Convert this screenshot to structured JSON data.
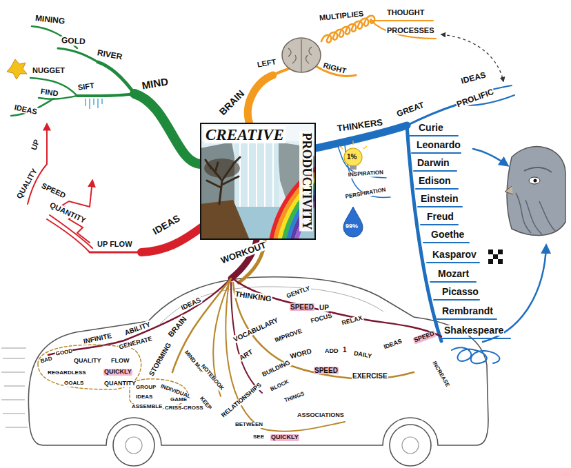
{
  "diagram": {
    "nodes": [
      {
        "text": [
          "CREATIVE",
          "PRODUCTIVITY"
        ]
      }
    ],
    "labels": [
      "MIND",
      "RIVER",
      "GOLD",
      "MINING",
      "SIFT",
      "NUGGET",
      "FIND",
      "IDEAS",
      "BRAIN",
      "LEFT",
      "RIGHT",
      "MULTIPLIES",
      "THOUGHT",
      "PROCESSES",
      "THINKERS",
      "GREAT",
      "IDEAS",
      "PROLIFIC",
      "Curie",
      "Leonardo",
      "Darwin",
      "Edison",
      "Einstein",
      "Freud",
      "Goethe",
      "Kasparov",
      "Mozart",
      "Picasso",
      "Rembrandt",
      "Shakespeare",
      "1%",
      "INSPIRATION",
      "PERSPIRATION",
      "99%",
      "IDEAS",
      "UP FLOW",
      "QUANTITY",
      "SPEED",
      "QUALITY",
      "UP",
      "WORKOUT",
      "IDEAS",
      "INFINITE",
      "ABILITY",
      "GENERATE",
      "QUALITY",
      "FLOW",
      "QUICKLY",
      "QUANTITY",
      "BAD",
      "GOOD",
      "REGARDLESS",
      "GOALS",
      "BRAIN",
      "STORMING",
      "GROUP",
      "INDIVIDUAL",
      "IDEAS",
      "GAME",
      "ASSEMBLE",
      "CRISS-CROSS",
      "MIND MAP",
      "NOTEBOOK",
      "KEEP",
      "THINKING",
      "GENTLY",
      "SPEED",
      "UP",
      "FOCUS",
      "RELAX",
      "VOCABULARY",
      "IMPROVE",
      "WORD",
      "ADD",
      "1",
      "DAILY",
      "IDEAS",
      "SPEED",
      "INCREASE",
      "ART",
      "BUILDING",
      "BLOCK",
      "SPEED",
      "EXERCISE",
      "RELATIONSHIPS",
      "BETWEEN",
      "THINGS",
      "SEE",
      "ASSOCIATIONS",
      "QUICKLY"
    ]
  }
}
